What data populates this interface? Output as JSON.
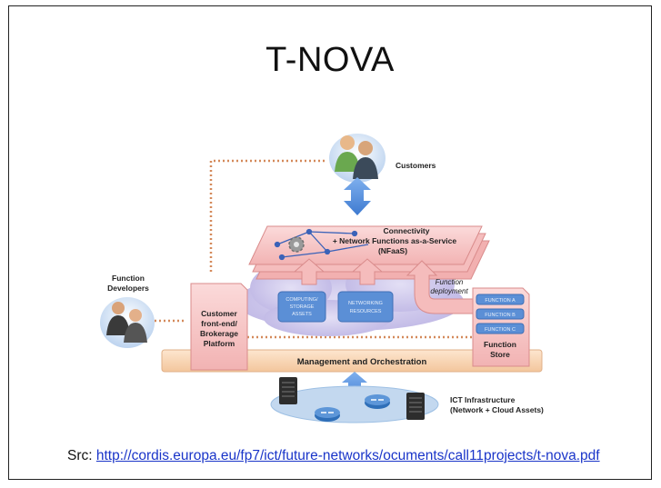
{
  "title": "T-NOVA",
  "labels": {
    "customers": "Customers",
    "connectivity_line1": "Connectivity",
    "connectivity_line2": "+ Network Functions as-a-Service",
    "connectivity_line3": "(NFaaS)",
    "function_developers_line1": "Function",
    "function_developers_line2": "Developers",
    "frontend_line1": "Customer",
    "frontend_line2": "front-end/",
    "frontend_line3": "Brokerage",
    "frontend_line4": "Platform",
    "computing_line1": "COMPUTING/",
    "computing_line2": "STORAGE",
    "computing_line3": "ASSETS",
    "networking_line1": "NETWORKING",
    "networking_line2": "RESOURCES",
    "function_deployment_line1": "Function",
    "function_deployment_line2": "deployment",
    "function_a": "FUNCTION A",
    "function_b": "FUNCTION B",
    "function_c": "FUNCTION C",
    "function_store_line1": "Function",
    "function_store_line2": "Store",
    "management": "Management and Orchestration",
    "ict_line1": "ICT Infrastructure",
    "ict_line2": "(Network + Cloud Assets)"
  },
  "source": {
    "prefix": "Src: ",
    "url": "http://cordis.europa.eu/fp7/ict/future-networks/ocuments/call11projects/t-nova.pdf"
  },
  "colors": {
    "pink": "#f7c6c6",
    "pink_border": "#d98b8b",
    "cloud": "#c9c3e8",
    "asset_box": "#5b8fd6",
    "arrow_blue": "#4a8ad8",
    "mgmt_bar": "#f8d8b8",
    "dotted": "#d4895a"
  }
}
